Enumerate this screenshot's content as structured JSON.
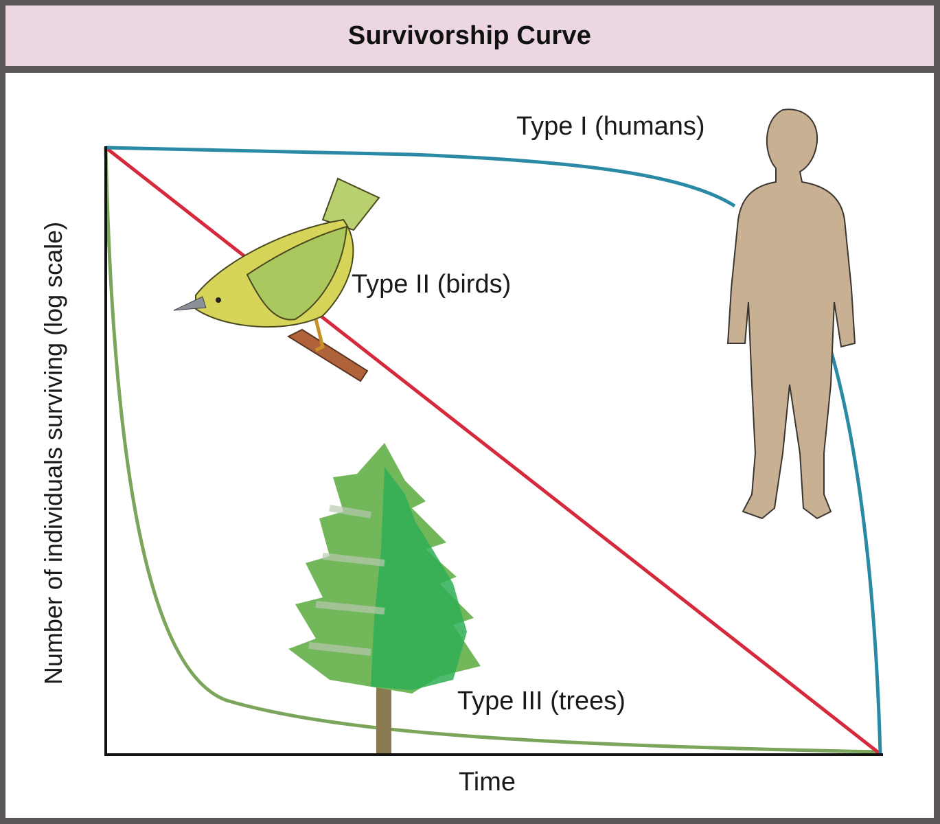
{
  "title": "Survivorship Curve",
  "chart_data": {
    "type": "line",
    "title": "Survivorship Curve",
    "xlabel": "Time",
    "ylabel": "Number of individuals surviving (log scale)",
    "x": [
      0,
      0.1,
      0.2,
      0.3,
      0.4,
      0.5,
      0.6,
      0.7,
      0.8,
      0.9,
      0.95,
      1.0
    ],
    "series": [
      {
        "name": "Type I (humans)",
        "color": "#2a8aa6",
        "values": [
          1.0,
          0.99,
          0.98,
          0.97,
          0.96,
          0.94,
          0.92,
          0.89,
          0.85,
          0.72,
          0.5,
          0.0
        ]
      },
      {
        "name": "Type II (birds)",
        "color": "#d42a3c",
        "values": [
          1.0,
          0.9,
          0.8,
          0.7,
          0.6,
          0.5,
          0.4,
          0.3,
          0.2,
          0.1,
          0.05,
          0.0
        ]
      },
      {
        "name": "Type III (trees)",
        "color": "#6b9a4a",
        "values": [
          1.0,
          0.2,
          0.08,
          0.05,
          0.04,
          0.03,
          0.025,
          0.018,
          0.012,
          0.006,
          0.003,
          0.0
        ]
      }
    ],
    "annotations": [
      {
        "text": "Type I (humans)",
        "icon": "human-silhouette"
      },
      {
        "text": "Type II (birds)",
        "icon": "bird"
      },
      {
        "text": "Type III (trees)",
        "icon": "tree"
      }
    ],
    "grid": false,
    "legend": "inline labels"
  },
  "labels": {
    "type1": "Type I (humans)",
    "type2": "Type II (birds)",
    "type3": "Type III (trees)",
    "xlabel": "Time",
    "ylabel": "Number of individuals surviving (log scale)"
  },
  "colors": {
    "type1": "#2a8aa6",
    "type2": "#d42a3c",
    "type3": "#6b9a4a",
    "header_bg": "#ecd6e2",
    "frame": "#5a5658"
  }
}
